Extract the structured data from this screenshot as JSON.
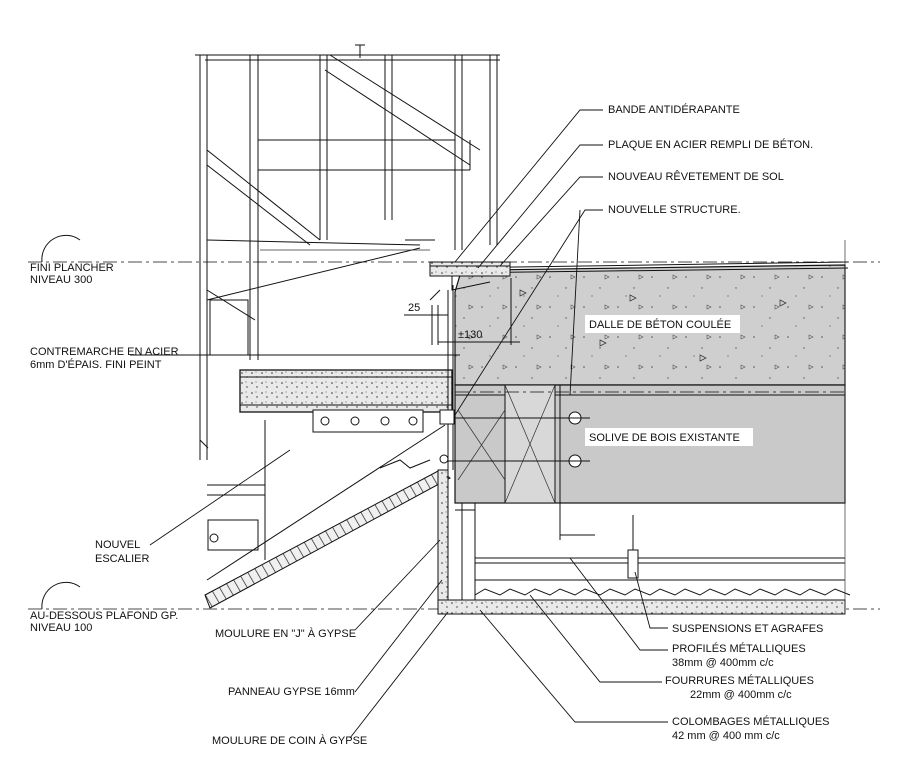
{
  "labels": {
    "bande": "BANDE ANTIDÉRAPANTE",
    "plaque": "PLAQUE EN ACIER REMPLI DE BÉTON.",
    "revetement": "NOUVEAU RÊVETEMENT DE SOL",
    "structure": "NOUVELLE STRUCTURE.",
    "dalle": "DALLE DE BÉTON COULÉE",
    "solive": "SOLIVE DE BOIS EXISTANTE",
    "fini_plancher_1": "FINI PLANCHER",
    "fini_plancher_2": "NIVEAU 300",
    "contremarche_1": "CONTREMARCHE EN ACIER",
    "contremarche_2": "6mm D'ÉPAIS. FINI PEINT",
    "escalier_1": "NOUVEL",
    "escalier_2": "ESCALIER",
    "plafond_1": "AU-DESSOUS PLAFOND GP.",
    "plafond_2": "NIVEAU 100",
    "moulure_j": "MOULURE EN \"J\" À GYPSE",
    "panneau": "PANNEAU GYPSE 16mm",
    "moulure_coin": "MOULURE DE COIN À GYPSE",
    "suspensions": "SUSPENSIONS ET AGRAFES",
    "profiles_1": "PROFILÉS MÉTALLIQUES",
    "profiles_2": "38mm @ 400mm c/c",
    "fourrures_1": "FOURRURES MÉTALLIQUES",
    "fourrures_2": "22mm @ 400mm c/c",
    "colombages_1": "COLOMBAGES MÉTALLIQUES",
    "colombages_2": "42 mm @ 400 mm c/c"
  },
  "dimensions": {
    "d25": "25",
    "d130": "±130"
  }
}
